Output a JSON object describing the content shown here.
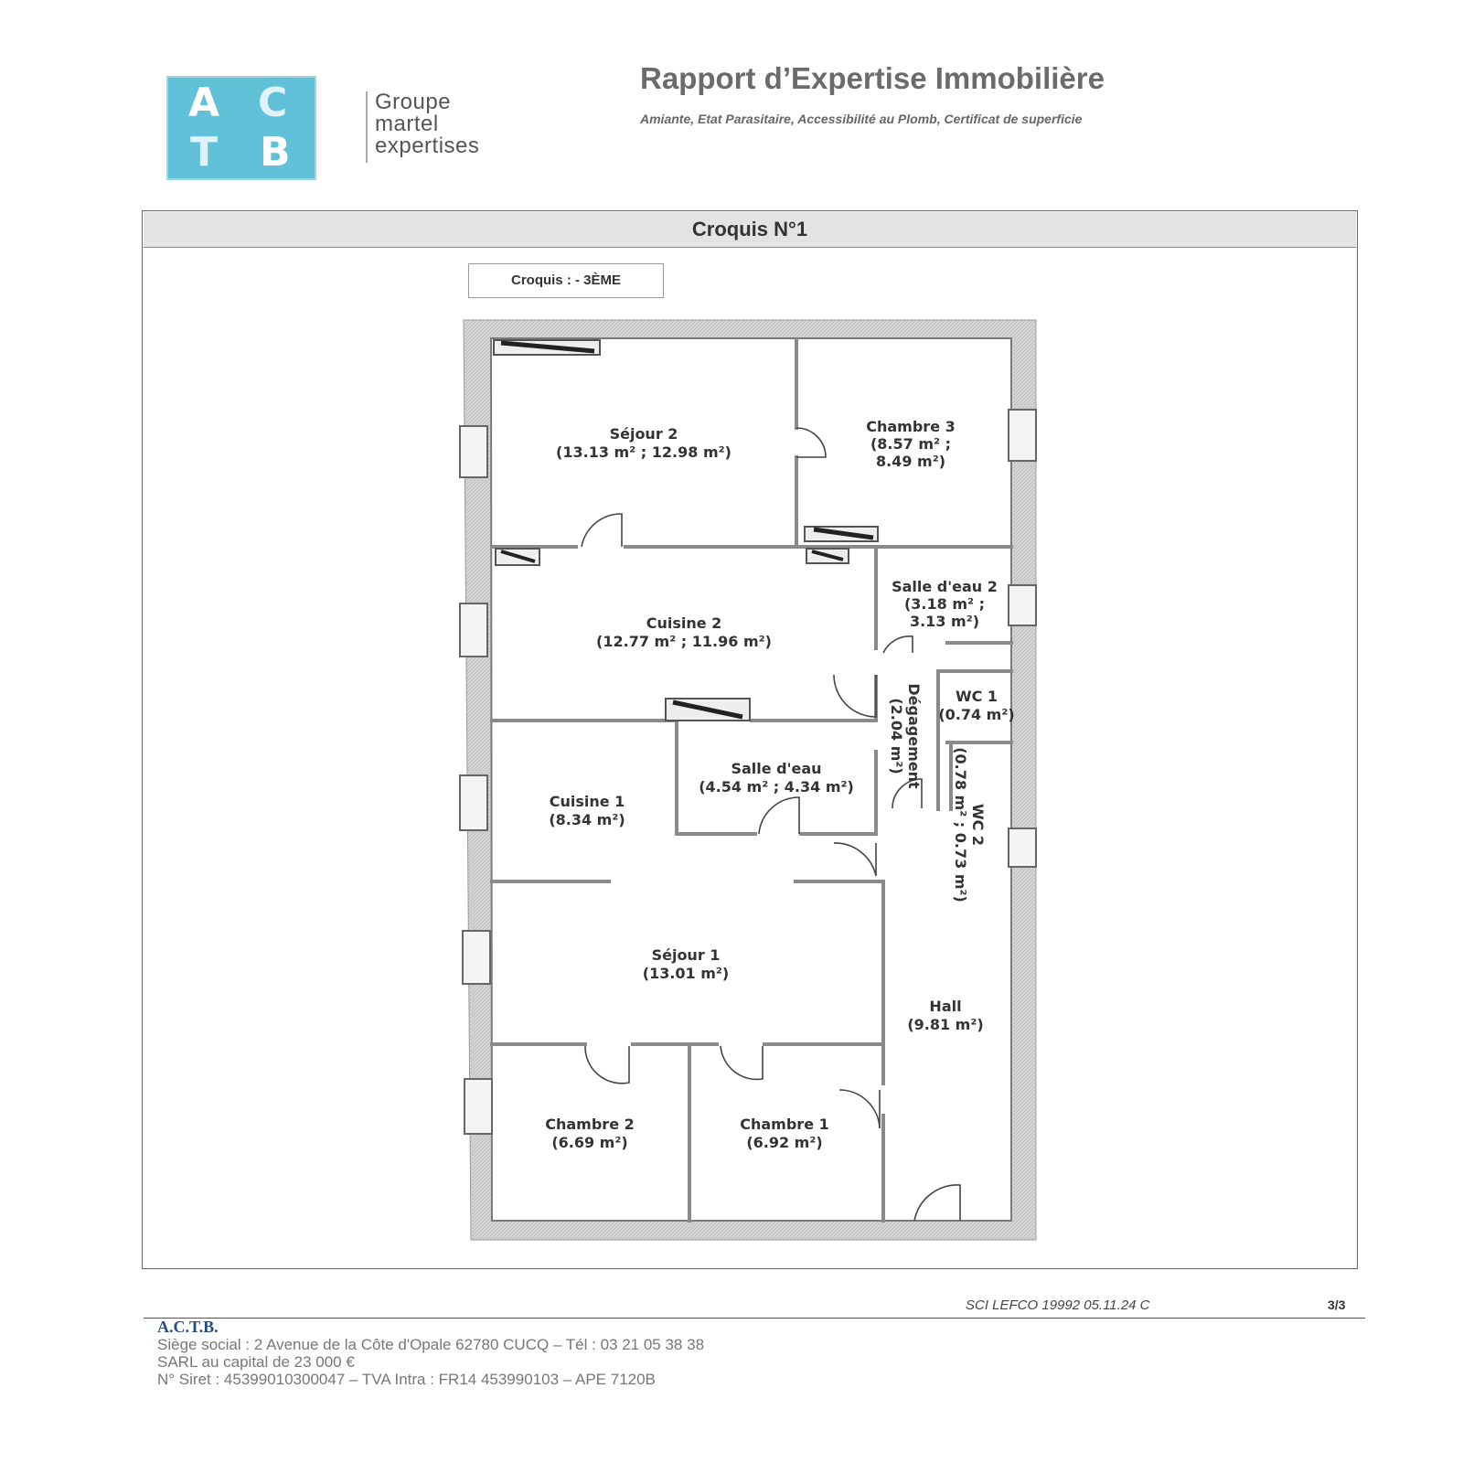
{
  "header": {
    "logo_letters": [
      "A",
      "C",
      "T",
      "B"
    ],
    "brand_lines": [
      "Groupe",
      "martel",
      "expertises"
    ],
    "title": "Rapport d’Expertise Immobilière",
    "subtitle": "Amiante, Etat Parasitaire, Accessibilité au Plomb, Certificat de superficie"
  },
  "section": {
    "title": "Croquis N°1",
    "sketch_label": "Croquis : - 3ÈME"
  },
  "rooms": {
    "sejour2": {
      "name": "Séjour 2",
      "area": "(13.13 m² ; 12.98 m²)"
    },
    "chambre3": {
      "name": "Chambre 3",
      "area1": "(8.57 m² ;",
      "area2": "8.49 m²)"
    },
    "cuisine2": {
      "name": "Cuisine 2",
      "area": "(12.77 m² ; 11.96 m²)"
    },
    "salle_eau2": {
      "name": "Salle d'eau 2",
      "area1": "(3.18 m² ;",
      "area2": "3.13 m²)"
    },
    "degagement": {
      "name": "Dégagement",
      "area": "(2.04 m²)"
    },
    "wc1": {
      "name": "WC 1",
      "area": "(0.74 m²)"
    },
    "wc2": {
      "name": "WC 2",
      "area": "(0.78 m² ; 0.73 m²)"
    },
    "salle_eau": {
      "name": "Salle d'eau",
      "area": "(4.54 m² ; 4.34 m²)"
    },
    "cuisine1": {
      "name": "Cuisine 1",
      "area": "(8.34 m²)"
    },
    "sejour1": {
      "name": "Séjour 1",
      "area": "(13.01 m²)"
    },
    "hall": {
      "name": "Hall",
      "area": "(9.81 m²)"
    },
    "chambre2": {
      "name": "Chambre 2",
      "area": "(6.69 m²)"
    },
    "chambre1": {
      "name": "Chambre 1",
      "area": "(6.92 m²)"
    }
  },
  "footer": {
    "reference": "SCI LEFCO  19992  05.11.24 C",
    "page": "3/3",
    "company": "A.C.T.B.",
    "address_lines": [
      "Siège social : 2 Avenue de la Côte d'Opale  62780 CUCQ – Tél : 03 21 05 38 38",
      "SARL au capital de 23 000 €",
      "N° Siret : 45399010300047 – TVA Intra : FR14 453990103 – APE 7120B"
    ]
  }
}
